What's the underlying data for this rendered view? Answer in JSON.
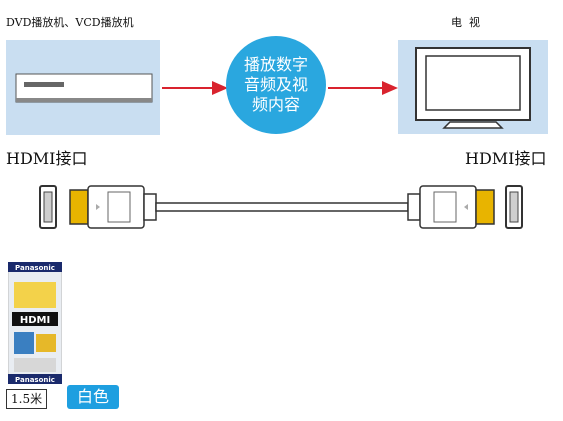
{
  "source": {
    "title": "DVD播放机、VCD播放机",
    "port": "HDMI接口"
  },
  "center": {
    "text": "播放数字音频及视频内容"
  },
  "target": {
    "title": "电  视",
    "port": "HDMI接口"
  },
  "package": {
    "brand": "Panasonic",
    "logo": "HDMI"
  },
  "spec": {
    "length": "1.5米",
    "color": "白色"
  },
  "colors": {
    "panel": "#c9def1",
    "bubble": "#2aa7df",
    "arrow": "#d9232e",
    "tag": "#1e9fe0",
    "connector_gold": "#e8b400"
  }
}
